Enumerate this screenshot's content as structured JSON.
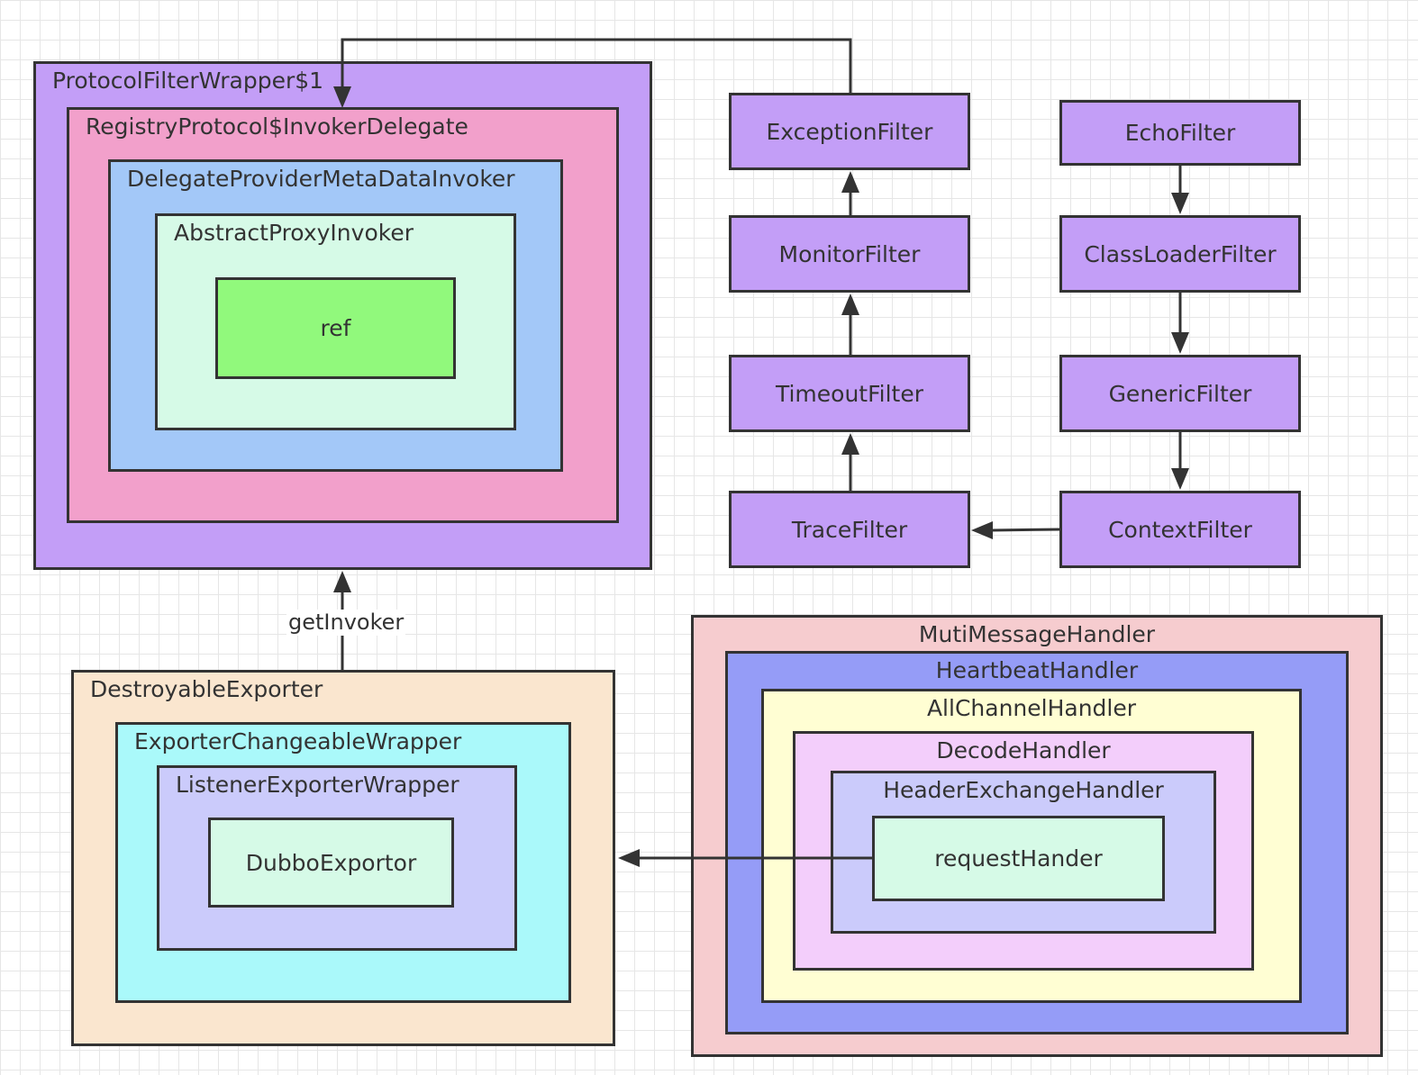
{
  "colors": {
    "stroke": "#333333",
    "purple": "#c39ef7",
    "pink": "#f2a0cb",
    "blue": "#a3c8f8",
    "mint": "#d6fae7",
    "green": "#91f97c",
    "peach": "#fae6cf",
    "cyan": "#aaf9fa",
    "lavender": "#cbcbfb",
    "rose": "#f6cccf",
    "periwinkle": "#959cf7",
    "cream": "#fffed3",
    "orchid": "#f3cefb"
  },
  "invoker_nest": {
    "outer": "ProtocolFilterWrapper$1",
    "delegate": "RegistryProtocol$InvokerDelegate",
    "meta": "DelegateProviderMetaDataInvoker",
    "proxy": "AbstractProxyInvoker",
    "core": "ref"
  },
  "filters": {
    "exception": "ExceptionFilter",
    "monitor": "MonitorFilter",
    "timeout": "TimeoutFilter",
    "trace": "TraceFilter",
    "echo": "EchoFilter",
    "classloader": "ClassLoaderFilter",
    "generic": "GenericFilter",
    "context": "ContextFilter"
  },
  "edge_labels": {
    "get_invoker": "getInvoker"
  },
  "exporter_nest": {
    "outer": "DestroyableExporter",
    "changeable": "ExporterChangeableWrapper",
    "listener": "ListenerExporterWrapper",
    "core": "DubboExportor"
  },
  "handler_nest": {
    "outer": "MutiMessageHandler",
    "heartbeat": "HeartbeatHandler",
    "all_channel": "AllChannelHandler",
    "decode": "DecodeHandler",
    "header_exchange": "HeaderExchangeHandler",
    "core": "requestHander"
  }
}
